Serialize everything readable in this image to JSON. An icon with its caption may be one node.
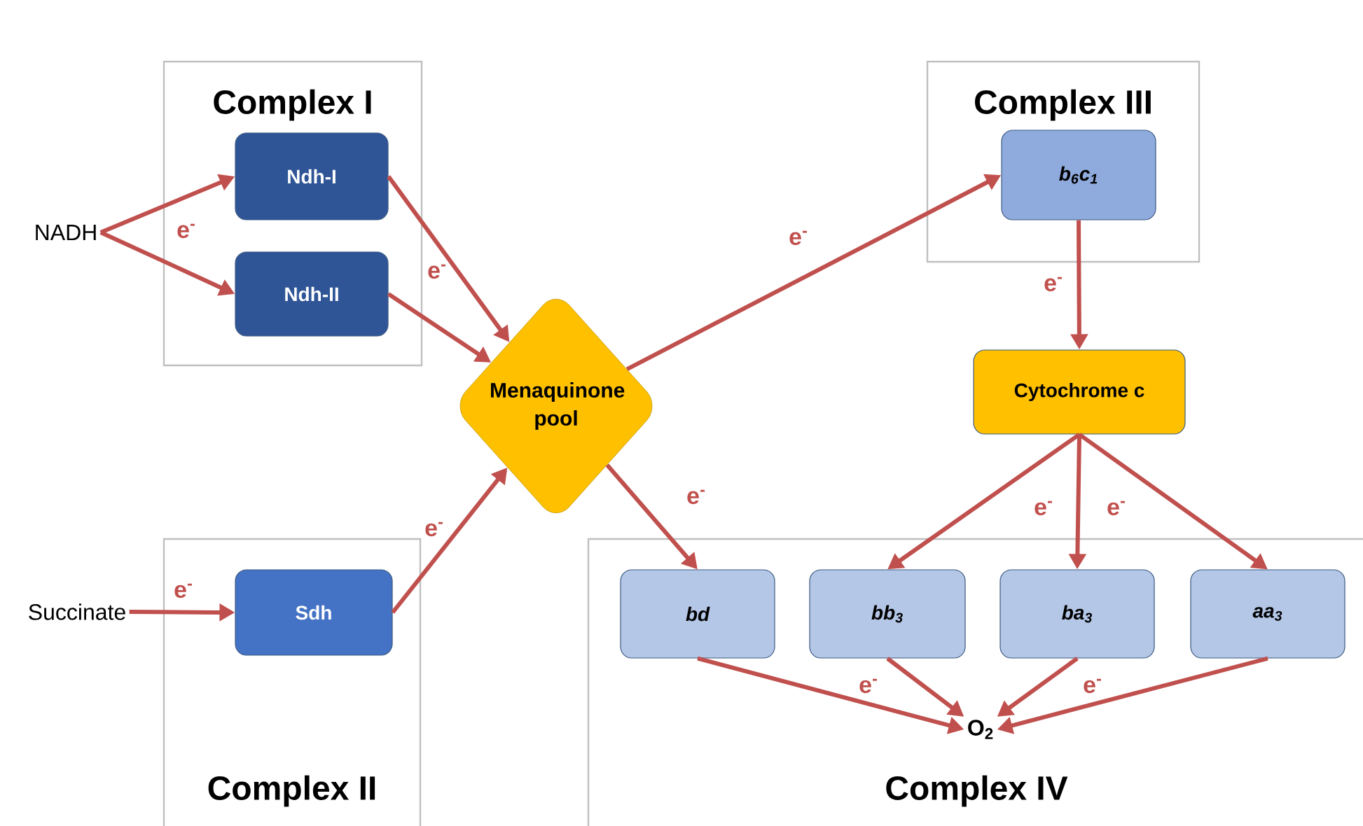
{
  "diagram": {
    "nodes": [
      {
        "text": [
          "Complex I"
        ]
      },
      {
        "text": [
          "Ndh-I"
        ],
        "in": 0
      },
      {
        "text": [
          "Ndh-II"
        ],
        "in": 0
      },
      {
        "text": [
          "Complex II"
        ]
      },
      {
        "text": [
          "Sdh"
        ],
        "in": 3
      },
      {
        "text": [
          "Complex III"
        ]
      },
      {
        "text": [
          "b$_{6}$c$_{1}$"
        ],
        "in": 5
      },
      {
        "text": [
          "Complex IV"
        ]
      },
      {
        "text": [
          "bd"
        ],
        "in": 7
      },
      {
        "text": [
          "bb$_{3}$"
        ],
        "in": 7
      },
      {
        "text": [
          "ba$_{3}$"
        ],
        "in": 7
      },
      {
        "text": [
          "aa$_{3}$"
        ],
        "in": 7
      },
      {
        "text": [
          "NADH"
        ]
      },
      {
        "text": [
          "Succinate"
        ]
      },
      {
        "text": [
          "Menaquinone pool"
        ]
      },
      {
        "text": [
          "Cytochrome c"
        ]
      },
      {
        "text": [
          "O$_{2}$"
        ],
        "in": 7
      }
    ],
    "edges": [
      {
        "from": 12,
        "to": 1,
        "arrow": "to",
        "label": "e$^{-}$"
      },
      {
        "from": 12,
        "to": 2,
        "arrow": "to"
      },
      {
        "from": 1,
        "to": 14,
        "arrow": "to"
      },
      {
        "from": 2,
        "to": 14,
        "arrow": "to",
        "label": "e$^{-}$"
      },
      {
        "from": 13,
        "to": 4,
        "arrow": "to",
        "label": "e$^{-}$"
      },
      {
        "from": 4,
        "to": 14,
        "arrow": "to",
        "label": "e$^{-}$"
      },
      {
        "from": 14,
        "to": 6,
        "arrow": "to",
        "label": "e$^{-}$"
      },
      {
        "from": 6,
        "to": 15,
        "arrow": "to",
        "label": "e$^{-}$"
      },
      {
        "from": 14,
        "to": 8,
        "arrow": "to",
        "label": "e$^{-}$"
      },
      {
        "from": 15,
        "to": 9,
        "arrow": "to",
        "label": "e$^{-}$"
      },
      {
        "from": 15,
        "to": 10,
        "arrow": "to"
      },
      {
        "from": 15,
        "to": 11,
        "arrow": "to",
        "label": "e$^{-}$"
      },
      {
        "from": 8,
        "to": 16,
        "arrow": "to"
      },
      {
        "from": 9,
        "to": 16,
        "arrow": "to",
        "label": "e$^{-}$"
      },
      {
        "from": 10,
        "to": 16,
        "arrow": "to",
        "label": "e$^{-}$"
      },
      {
        "from": 11,
        "to": 16,
        "arrow": "to"
      }
    ]
  }
}
